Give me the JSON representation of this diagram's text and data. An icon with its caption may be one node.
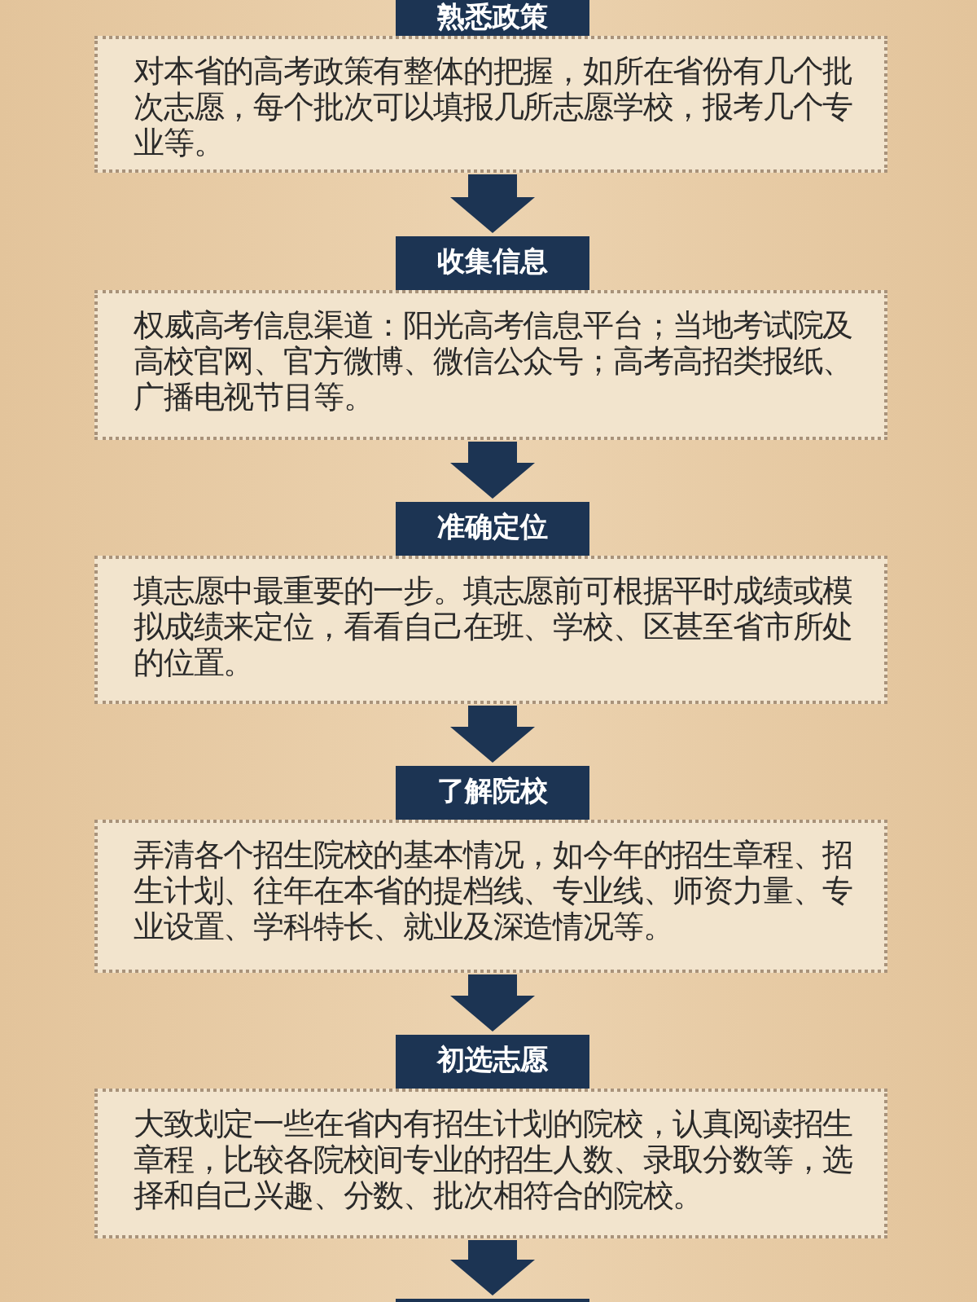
{
  "diagram": {
    "nodes": [
      {
        "text": [
          "熟悉政策"
        ]
      },
      {
        "text": [
          "对本省的高考政策有整体的把握，如所在省份有几个批次志愿，每个批次可以填报几所志愿学校，报考几个专业等。"
        ]
      },
      {
        "text": [
          "收集信息"
        ]
      },
      {
        "text": [
          "权威高考信息渠道：阳光高考信息平台；当地考试院及高校官网、官方微博、微信公众号；高考高招类报纸、广播电视节目等。"
        ]
      },
      {
        "text": [
          "准确定位"
        ]
      },
      {
        "text": [
          "填志愿中最重要的一步。填志愿前可根据平时成绩或模拟成绩来定位，看看自己在班、学校、区甚至省市所处的位置。"
        ]
      },
      {
        "text": [
          "了解院校"
        ]
      },
      {
        "text": [
          "弄清各个招生院校的基本情况，如今年的招生章程、招生计划、往年在本省的提档线、专业线、师资力量、专业设置、学科特长、就业及深造情况等。"
        ]
      },
      {
        "text": [
          "初选志愿"
        ]
      },
      {
        "text": [
          "大致划定一些在省内有招生计划的院校，认真阅读招生章程，比较各院校间专业的招生人数、录取分数等，选择和自己兴趣、分数、批次相符合的院校。"
        ]
      },
      {
        "text": [],
        "shape": "box"
      }
    ],
    "edges": [
      {
        "from": 1,
        "to": 2,
        "arrow": "to"
      },
      {
        "from": 3,
        "to": 4,
        "arrow": "to"
      },
      {
        "from": 5,
        "to": 6,
        "arrow": "to"
      },
      {
        "from": 7,
        "to": 8,
        "arrow": "to"
      },
      {
        "from": 9,
        "to": 10,
        "arrow": "to"
      }
    ]
  }
}
